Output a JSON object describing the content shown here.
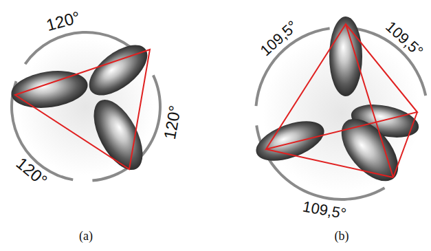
{
  "diagram": {
    "labels": [
      "120°",
      "120°",
      "120°",
      "109,5°",
      "109,5°",
      "109,5°",
      "(a)",
      "(b)"
    ]
  }
}
